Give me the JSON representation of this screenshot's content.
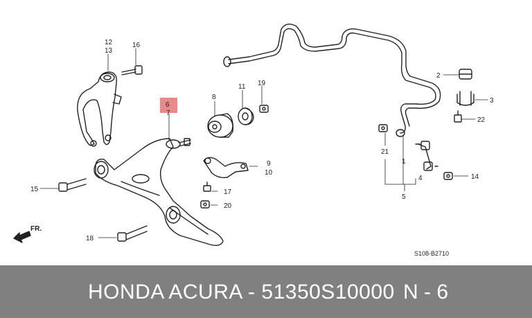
{
  "footer": {
    "brand_line": "HONDA ACURA - 51350S10000",
    "page_ref": "N - 6"
  },
  "diagram": {
    "figure_code": "S108-B2710",
    "direction_label": "FR.",
    "highlight_color": "#e88a8a",
    "callouts": [
      "1",
      "2",
      "3",
      "4",
      "5",
      "6",
      "7",
      "8",
      "9",
      "10",
      "11",
      "12",
      "13",
      "14",
      "15",
      "16",
      "17",
      "18",
      "19",
      "20",
      "21",
      "22"
    ]
  }
}
